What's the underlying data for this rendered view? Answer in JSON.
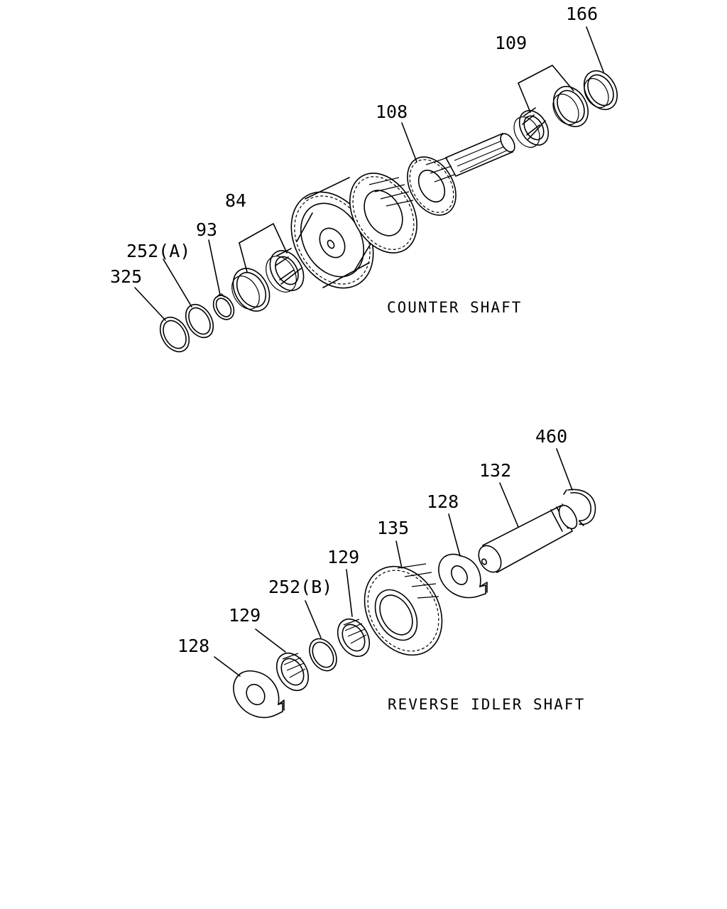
{
  "assemblies": {
    "counter_shaft": {
      "title": "COUNTER SHAFT"
    },
    "reverse_idler_shaft": {
      "title": "REVERSE IDLER SHAFT"
    }
  },
  "callouts": {
    "c166": "166",
    "c109": "109",
    "c108": "108",
    "c84": "84",
    "c93": "93",
    "c252a": "252(A)",
    "c325": "325",
    "c460": "460",
    "c132": "132",
    "c128a": "128",
    "c135": "135",
    "c129a": "129",
    "c252b": "252(B)",
    "c129b": "129",
    "c128b": "128"
  }
}
